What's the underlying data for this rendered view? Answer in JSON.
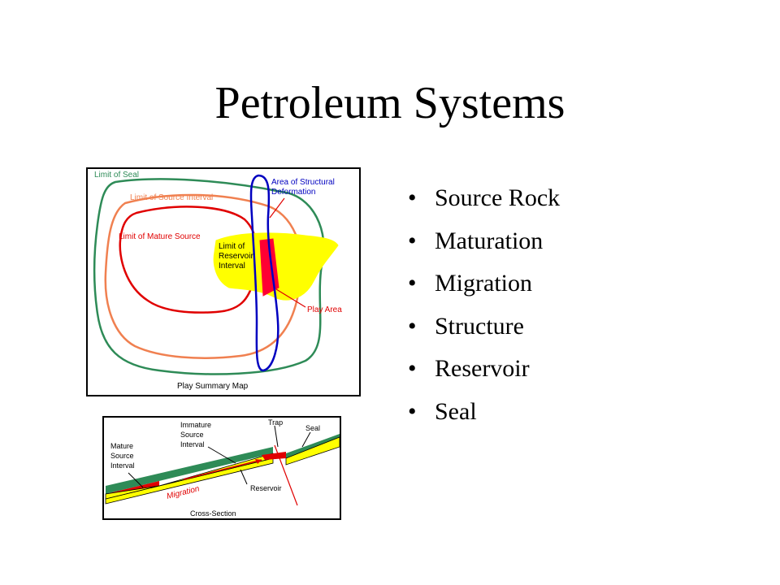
{
  "slide": {
    "title": "Petroleum Systems",
    "bullets": [
      "Source Rock",
      "Maturation",
      "Migration",
      "Structure",
      "Reservoir",
      "Seal"
    ]
  },
  "map": {
    "caption": "Play Summary Map",
    "labels": {
      "limit_of_seal": "Limit of Seal",
      "limit_of_source_interval": "Limit of Source Interval",
      "limit_of_mature_source": "Limit of Mature Source",
      "structural_line1": "Area of Structural",
      "structural_line2": "Deformation",
      "reservoir_line1": "Limit of",
      "reservoir_line2": "Reservoir",
      "reservoir_line3": "Interval",
      "play_area": "Play Area"
    }
  },
  "section": {
    "caption": "Cross-Section",
    "labels": {
      "immature_line1": "Immature",
      "immature_line2": "Source",
      "immature_line3": "Interval",
      "trap": "Trap",
      "seal": "Seal",
      "mature_line1": "Mature",
      "mature_line2": "Source",
      "mature_line3": "Interval",
      "migration": "Migration",
      "reservoir": "Reservoir"
    }
  },
  "colors": {
    "seal_green": "#2e8b57",
    "source_orange": "#f08050",
    "mature_red": "#e00000",
    "reservoir_yellow": "#ffff00",
    "structure_blue": "#0000c0",
    "play_area_red": "#ff0033"
  }
}
